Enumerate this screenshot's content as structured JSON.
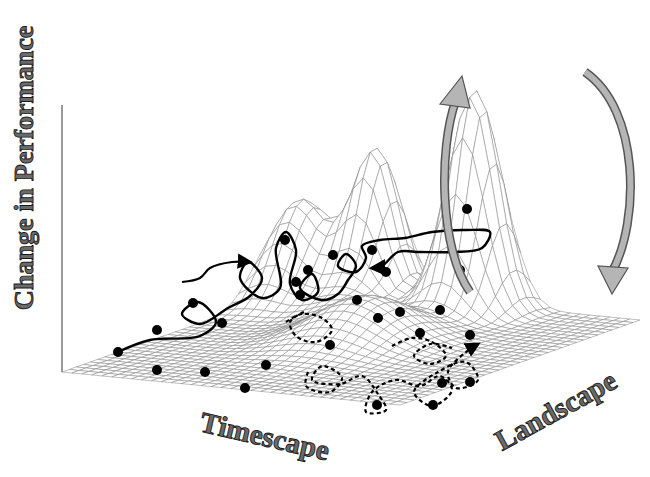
{
  "diagram": {
    "labels": [
      "Change in Performance",
      "Timescape",
      "Landscape"
    ]
  }
}
